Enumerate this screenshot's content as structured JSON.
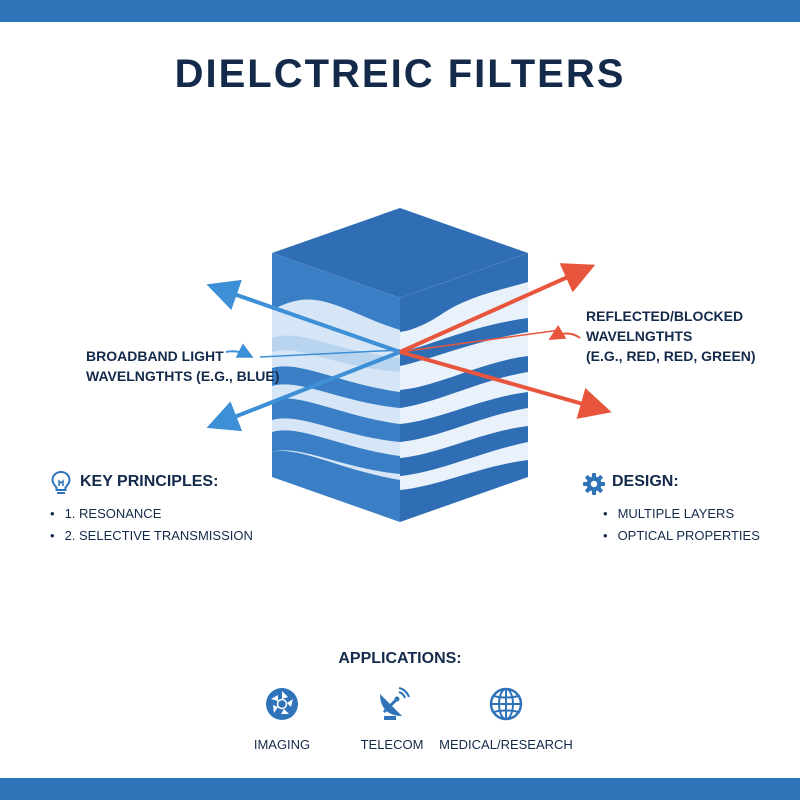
{
  "title": "DIELCTREIC FILTERS",
  "left_label": {
    "line1": "BROADBAND LIGHT",
    "line2": "WAVELNGTHTS (E.g., BLUE)"
  },
  "right_label": {
    "line1": "REFLECTED/BLOCKED",
    "line2": "WAVELNGTHTS",
    "line3": "(E.g., RED, RED, GREEN)"
  },
  "key_principles": {
    "heading": "KEY PRINCIPLES:",
    "items": [
      "1. RESONANCE",
      "2. SELECTIVE TRANSMISSION"
    ]
  },
  "design": {
    "heading": "DESIGN:",
    "items": [
      "MULTIPLE LAYERS",
      "OPTICAL PROPERTIES"
    ]
  },
  "applications": {
    "heading": "APPLICATIONS:",
    "items": [
      {
        "label": "IMAGING",
        "icon": "camera-aperture-icon"
      },
      {
        "label": "TELECOM",
        "icon": "satellite-dish-icon"
      },
      {
        "label": "MEDICAL/RESEARCH",
        "icon": "globe-icon"
      }
    ]
  },
  "colors": {
    "accent": "#2f73b8",
    "blue_arrow": "#3d8fd6",
    "red_arrow": "#e8553d",
    "text": "#142a4a"
  }
}
